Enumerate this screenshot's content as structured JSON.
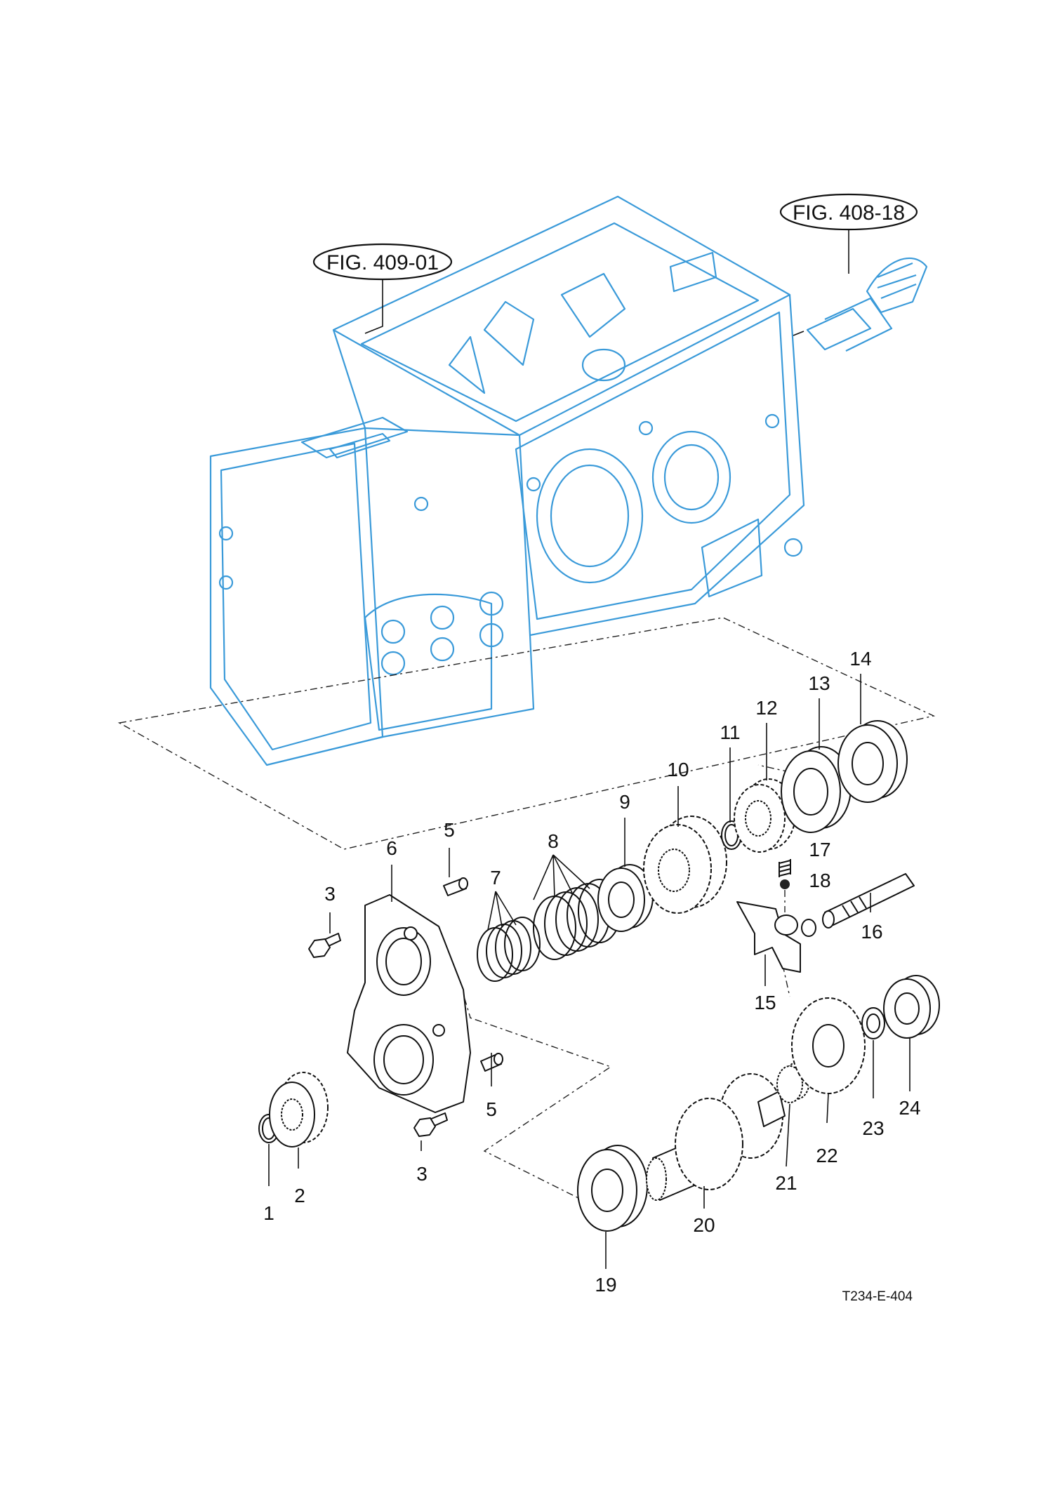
{
  "references": {
    "case": "FIG. 409-01",
    "pinion": "FIG. 408-18"
  },
  "drawing_code": "T234-E-404",
  "callouts": [
    "1",
    "2",
    "3",
    "3",
    "5",
    "5",
    "6",
    "7",
    "8",
    "9",
    "10",
    "11",
    "12",
    "13",
    "14",
    "15",
    "16",
    "17",
    "18",
    "19",
    "20",
    "21",
    "22",
    "23",
    "24"
  ],
  "colors": {
    "case_outline": "#3a9ad9",
    "parts": "#111111"
  }
}
